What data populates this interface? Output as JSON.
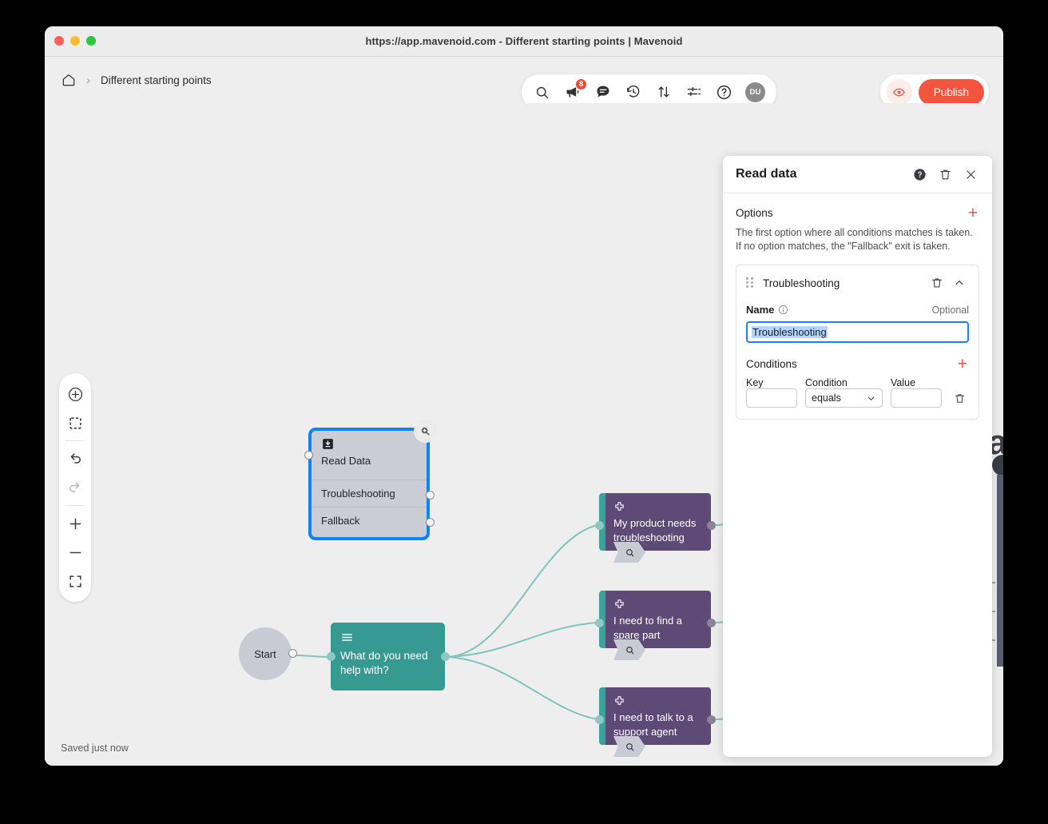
{
  "window": {
    "title": "https://app.mavenoid.com - Different starting points | Mavenoid"
  },
  "topbar": {
    "home_icon": "home-icon",
    "separator": "›",
    "breadcrumb": "Different starting points"
  },
  "toolbar": {
    "icons": [
      {
        "name": "search-icon",
        "label": "Search"
      },
      {
        "name": "megaphone-icon",
        "label": "Announcements",
        "badge": "8"
      },
      {
        "name": "chat-bubble-icon",
        "label": "Comments"
      },
      {
        "name": "history-icon",
        "label": "History"
      },
      {
        "name": "transfer-arrows-icon",
        "label": "Import export"
      },
      {
        "name": "sliders-icon",
        "label": "Settings"
      },
      {
        "name": "help-circle-icon",
        "label": "Help"
      }
    ],
    "avatar_initials": "DU",
    "preview_icon": "eye-icon",
    "publish_label": "Publish",
    "accent_color": "#f2543d"
  },
  "canvas_tools": [
    {
      "name": "add-node-button",
      "icon": "plus-circle-icon"
    },
    {
      "name": "marquee-select-button",
      "icon": "dashed-square-icon"
    },
    {
      "name": "undo-button",
      "icon": "undo-arrow-icon"
    },
    {
      "name": "redo-button",
      "icon": "redo-arrow-icon"
    },
    {
      "name": "zoom-in-button",
      "icon": "plus-icon"
    },
    {
      "name": "zoom-out-button",
      "icon": "minus-icon"
    },
    {
      "name": "fit-to-screen-button",
      "icon": "expand-corners-icon"
    }
  ],
  "flow": {
    "start_node": {
      "label": "Start"
    },
    "question_node": {
      "label": "What do you need help with?",
      "icon": "menu-lines-icon",
      "color": "#379a92"
    },
    "read_data_node": {
      "title": "Read Data",
      "icon": "save-data-icon",
      "badge_icon": "magnify-plus-icon",
      "rows": [
        "Troubleshooting",
        "Fallback"
      ],
      "selected_color": "#0c84f5"
    },
    "option_nodes": [
      {
        "label": "My product needs troubleshooting",
        "icon": "move-cross-icon",
        "badge_icon": "megaphone-icon",
        "tag_icon": "search-icon"
      },
      {
        "label": "I need to find a spare part",
        "icon": "move-cross-icon",
        "badge_icon": "megaphone-icon",
        "tag_icon": "search-icon"
      },
      {
        "label": "I need to talk to a support agent",
        "icon": "move-cross-icon",
        "badge_icon": "megaphone-icon",
        "tag_icon": "search-icon"
      }
    ],
    "node_colors": {
      "purple": "#5d4a77",
      "teal": "#379a92",
      "edge": "#7fc4bd"
    }
  },
  "status": {
    "text": "Saved just now"
  },
  "panel": {
    "title": "Read data",
    "header_icons": [
      {
        "name": "help-icon"
      },
      {
        "name": "delete-icon"
      },
      {
        "name": "close-icon"
      }
    ],
    "options_section": {
      "title": "Options",
      "add_icon": "plus-icon",
      "description": "The first option where all conditions matches is taken. If no option matches, the \"Fallback\" exit is taken."
    },
    "option": {
      "drag_handle": "drag-handle-icon",
      "name": "Troubleshooting",
      "delete_icon": "trash-icon",
      "collapse_icon": "chevron-up-icon",
      "name_field": {
        "label": "Name",
        "info_icon": "info-icon",
        "optional_tag": "Optional",
        "value": "Troubleshooting",
        "selected": true
      },
      "conditions": {
        "title": "Conditions",
        "add_icon": "plus-icon",
        "columns": [
          "Key",
          "Condition",
          "Value"
        ],
        "rows": [
          {
            "key": "",
            "condition": "equals",
            "value": "",
            "delete_icon": "trash-icon"
          }
        ]
      }
    }
  }
}
